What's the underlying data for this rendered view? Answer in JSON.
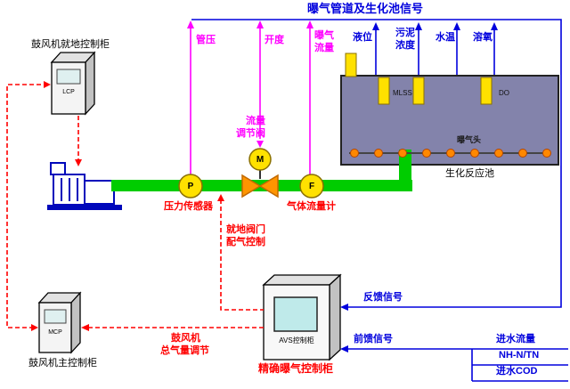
{
  "title": "曝气管道及生化池信号",
  "cabinets": {
    "local": {
      "caption": "鼓风机就地控制柜",
      "screen_tag": "LCP"
    },
    "main": {
      "caption": "鼓风机主控制柜",
      "screen_tag": "MCP"
    },
    "avs": {
      "caption": "精确曝气控制柜",
      "screen_tag": "AVS控制柜"
    }
  },
  "instruments": {
    "pressure_sensor": {
      "tag": "P",
      "caption": "压力传感器",
      "signal": "管压"
    },
    "control_valve": {
      "tag": "M",
      "caption_lines": [
        "流量",
        "调节阀"
      ],
      "signal": "开度"
    },
    "flow_meter": {
      "tag": "F",
      "caption": "气体流量计",
      "signal_lines": [
        "曝气",
        "流量"
      ]
    }
  },
  "tank": {
    "caption": "生化反应池",
    "aeration_head": "曝气头",
    "probe_mlss": "MLSS",
    "probe_do": "DO",
    "signals": {
      "level": "液位",
      "sludge_lines": [
        "污泥",
        "浓度"
      ],
      "temperature": "水温",
      "oxygen": "溶氧"
    }
  },
  "control_links": {
    "local_valve_lines": [
      "就地阀门",
      "配气控制"
    ],
    "blower_total_lines": [
      "鼓风机",
      "总气量调节"
    ],
    "feedback": "反馈信号",
    "feedforward": "前馈信号"
  },
  "influent_signals": {
    "flow": "进水流量",
    "nh_tn": "NH-N/TN",
    "cod": "进水COD"
  },
  "colors": {
    "signal_blue": "#0000dd",
    "signal_magenta": "#ff00ff",
    "control_red": "#ff0000",
    "pipe_green": "#00cc00",
    "instrument_yellow": "#ffe100",
    "valve_orange": "#ff9500",
    "tank_fill": "#8383ab"
  }
}
